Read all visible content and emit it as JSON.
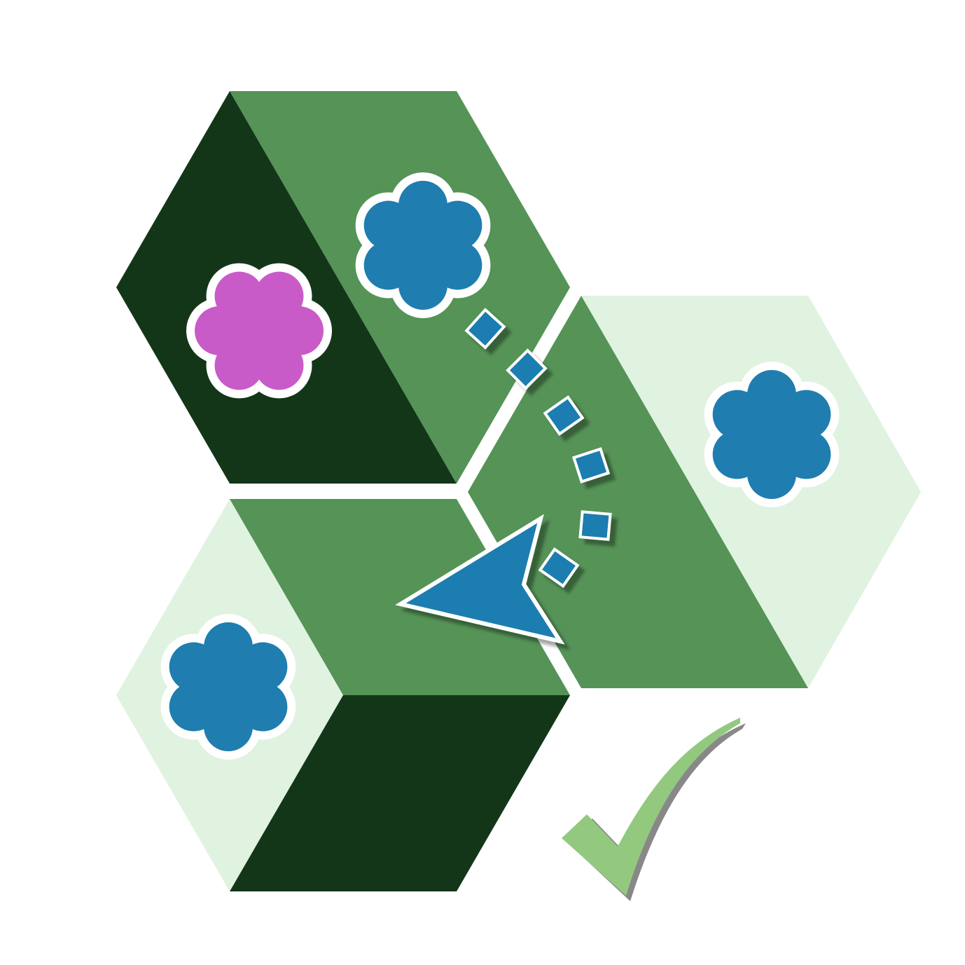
{
  "colors": {
    "dark_green": "#133619",
    "mid_green": "#559357",
    "light_green": "#e0f2e0",
    "blue": "#1f7db0",
    "pink": "#c95bc9",
    "check_green": "#93c97f",
    "check_shadow": "#888888",
    "white": "#ffffff"
  },
  "icons": [
    "hexagon-tile",
    "flower-shape",
    "dashed-arc-path",
    "pointer-arrow",
    "check-mark"
  ]
}
